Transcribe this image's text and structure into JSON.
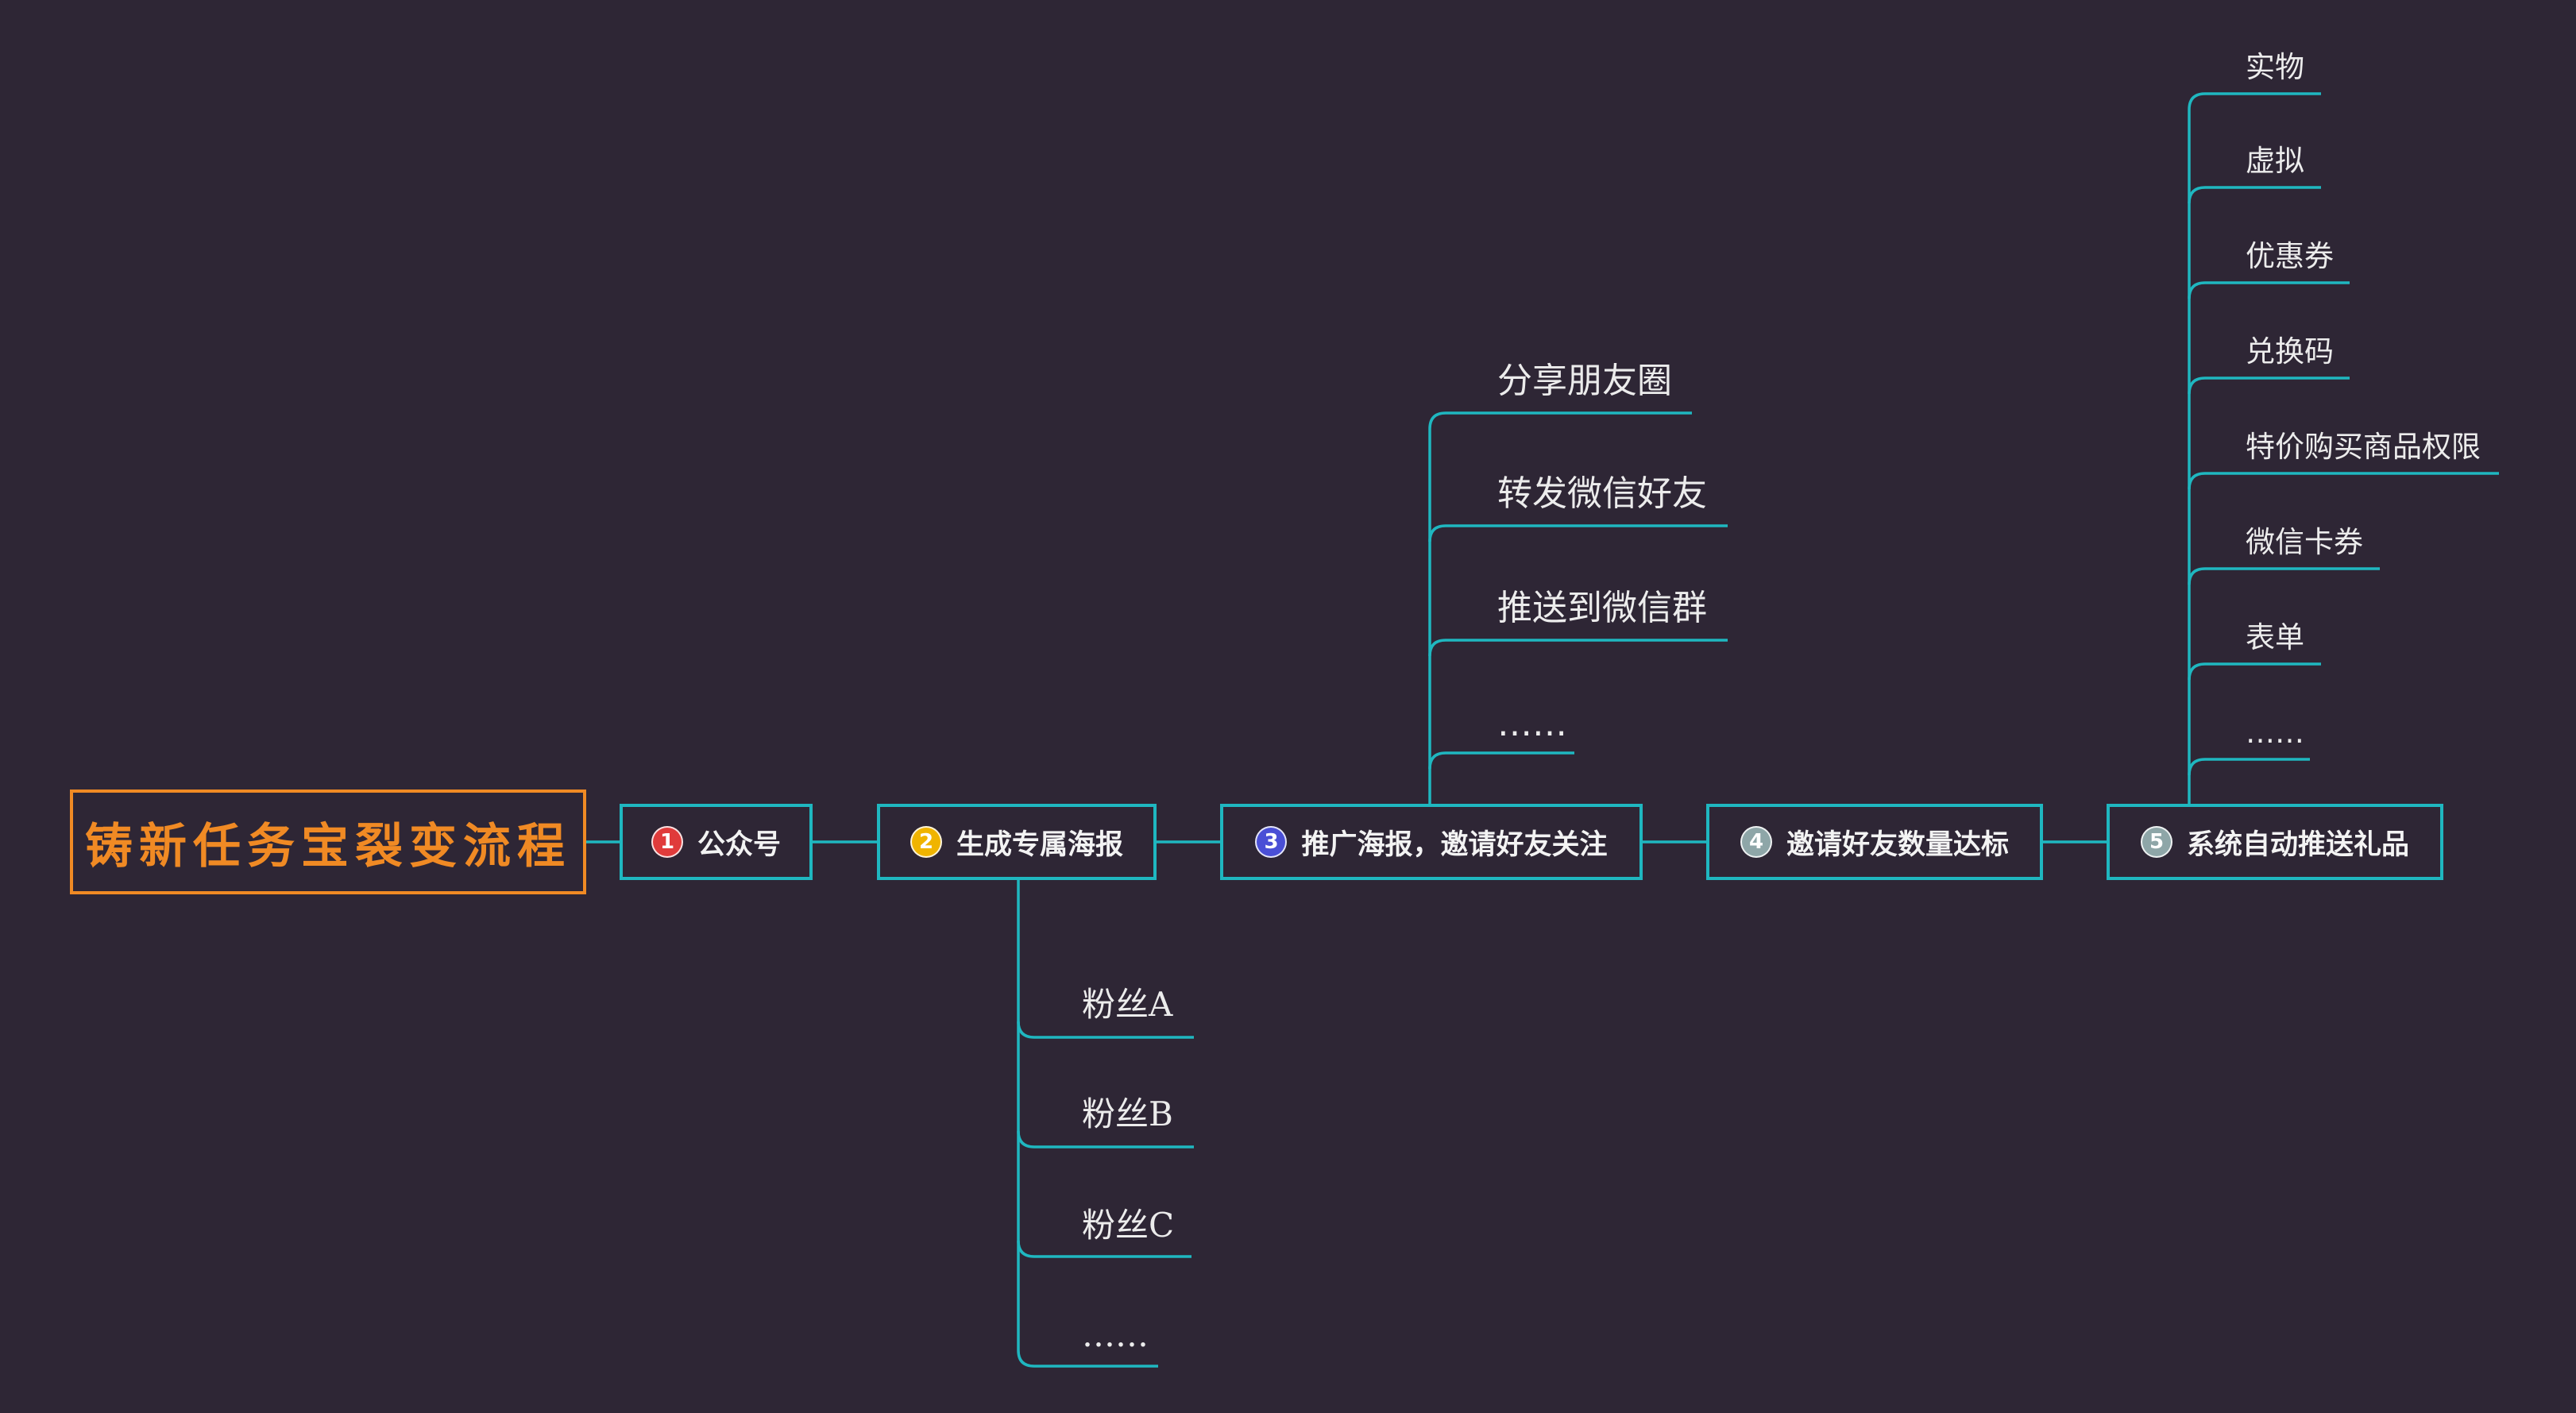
{
  "root": {
    "title": "铸新任务宝裂变流程"
  },
  "steps": [
    {
      "num": "1",
      "label": "公众号",
      "color": "#e03b3b"
    },
    {
      "num": "2",
      "label": "生成专属海报",
      "color": "#f0b400"
    },
    {
      "num": "3",
      "label": "推广海报，邀请好友关注",
      "color": "#4a4fd6"
    },
    {
      "num": "4",
      "label": "邀请好友数量达标",
      "color": "#8ea6a8"
    },
    {
      "num": "5",
      "label": "系统自动推送礼品",
      "color": "#8ea6a8"
    }
  ],
  "branch_step2": [
    "粉丝A",
    "粉丝B",
    "粉丝C",
    "……"
  ],
  "branch_step3": [
    "分享朋友圈",
    "转发微信好友",
    "推送到微信群",
    "……"
  ],
  "branch_step5": [
    "实物",
    "虚拟",
    "优惠券",
    "兑换码",
    "特价购买商品权限",
    "微信卡券",
    "表单",
    "……"
  ],
  "colors": {
    "background": "#2e2635",
    "connector": "#1fb7c0",
    "root_accent": "#f08a24"
  }
}
